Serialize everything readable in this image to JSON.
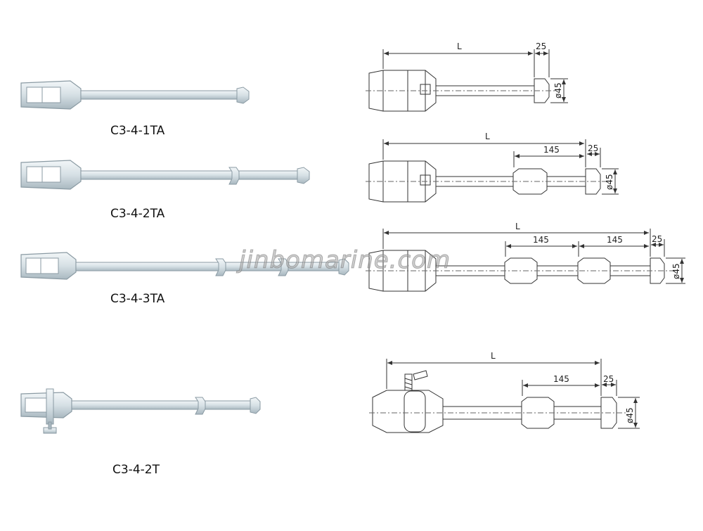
{
  "products": [
    {
      "model": "C3-4-1TA"
    },
    {
      "model": "C3-4-2TA"
    },
    {
      "model": "C3-4-3TA"
    },
    {
      "model": "C3-4-2T"
    }
  ],
  "dimensions": {
    "length_label": "L",
    "end_length": "25",
    "segment_length": "145",
    "diameter": "ø45"
  },
  "watermark": "jinbomarine.com",
  "colors": {
    "render_fill": "#d9e3e8",
    "render_stroke": "#8a9aa3",
    "drawing_stroke": "#333333"
  }
}
